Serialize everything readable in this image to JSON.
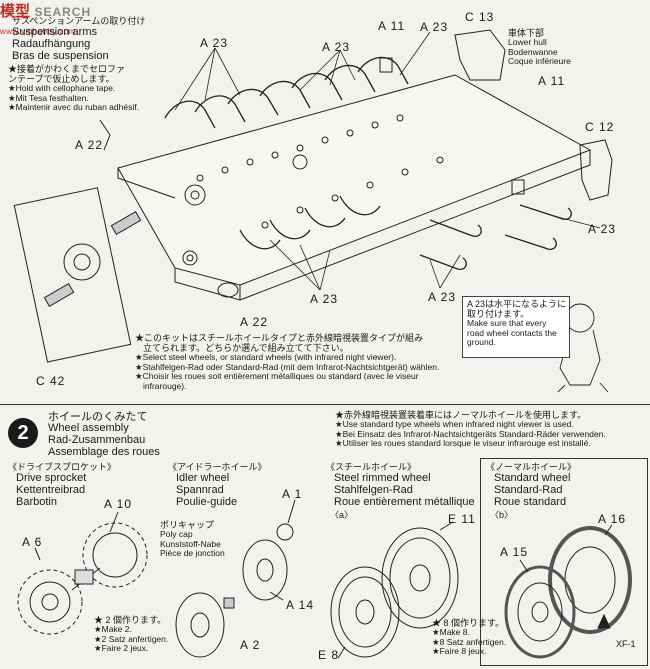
{
  "watermark": {
    "brand": "模型",
    "sub": "www.vmhobby.com",
    "search": "SEARCH"
  },
  "step1": {
    "title_jp": "サスペンションアームの取り付け",
    "title": [
      "Suspension arms",
      "Radaufhängung",
      "Bras de suspension"
    ],
    "tape_note": [
      "★接着がかわくまでセロファ",
      "ンテープで仮止めします。",
      "★Hold with cellophane tape.",
      "★Mit Tesa festhalten.",
      "★Maintenir avec du ruban adhésif."
    ],
    "hull_label": [
      "車体下部",
      "Lower hull",
      "Bodenwanne",
      "Coque inférieure"
    ],
    "parts": {
      "a23": "A 23",
      "a22": "A 22",
      "a11": "A 11",
      "c13": "C 13",
      "c12": "C 12",
      "c42": "C 42"
    },
    "wheel_note": [
      "★このキットはスチールホイールタイプと赤外線暗視装置タイプが組み",
      "立てられます。どちらか選んで組み立てて下さい。",
      "★Select steel wheels, or standard wheels (with infrared night viewer).",
      "★Stahlfelgen-Rad oder Standard-Rad (mit dem Infrarot-Nachtsichtgerät) wählen.",
      "★Choisir les roues soit entièrement métalliques ou standard (avec le viseur",
      "infrarouge)."
    ],
    "contact_note": [
      "A 23は水平になるように",
      "取り付けます。",
      "Make  sure  that  every",
      "road wheel contacts the",
      "ground."
    ]
  },
  "step2": {
    "number": "2",
    "title_jp": "ホイールのくみたて",
    "title": [
      "Wheel assembly",
      "Rad-Zusammenbau",
      "Assemblage des roues"
    ],
    "night_note": [
      "★赤外線暗視装置装着車にはノーマルホイールを使用します。",
      "★Use standard type wheels when infrared night viewer is used.",
      "★Bei Einsatz des Infrarot-Nachtsichtgeräts Standard-Räder verwenden.",
      "★Utiliser les roues standard lorsque le viseur infrarouge est installé."
    ],
    "sprocket": {
      "head": "《ドライブスプロケット》",
      "lines": [
        "Drive sprocket",
        "Kettentreibrad",
        "Barbotin"
      ]
    },
    "idler": {
      "head": "《アイドラーホイール》",
      "lines": [
        "Idler wheel",
        "Spannrad",
        "Poulie-guide"
      ]
    },
    "steel": {
      "head": "《スチールホイール》",
      "lines": [
        "Steel rimmed wheel",
        "Stahlfelgen-Rad",
        "Roue entièrement métallique"
      ],
      "tag": "〈a〉"
    },
    "standard": {
      "head": "《ノーマルホイール》",
      "lines": [
        "Standard wheel",
        "Standard-Rad",
        "Roue standard"
      ],
      "tag": "〈b〉"
    },
    "polycap": [
      "ポリキャップ",
      "Poly cap",
      "Kunststoff-Nabe",
      "Pièce de jonction"
    ],
    "make2": [
      "★ 2 個作ります。",
      "★Make 2.",
      "★2 Satz anfertigen.",
      "★Faire 2 jeux."
    ],
    "make8": [
      "★ 8 個作ります。",
      "★Make 8.",
      "★8 Satz anfertigen.",
      "★Faire 8 jeux."
    ],
    "parts": {
      "a10": "A 10",
      "a6": "A 6",
      "a1": "A 1",
      "a14": "A 14",
      "a2": "A 2",
      "e11": "E 11",
      "e8": "E 8",
      "a16": "A 16",
      "a15": "A 15",
      "xf1": "XF-1"
    }
  }
}
